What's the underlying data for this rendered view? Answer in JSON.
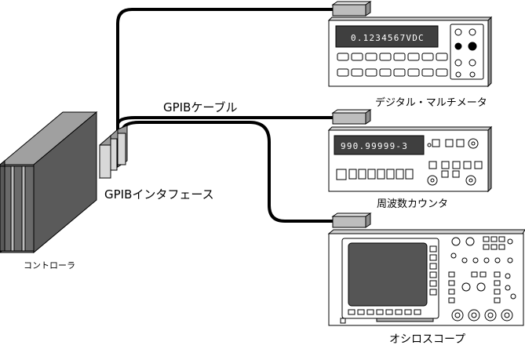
{
  "labels": {
    "cable": "GPIBケーブル",
    "interface": "GPIBインタフェース",
    "controller": "コントローラ",
    "multimeter": "デジタル・マルチメータ",
    "counter": "周波数カウンタ",
    "oscilloscope": "オシロスコープ"
  },
  "displays": {
    "multimeter": "0.1234567VDC",
    "counter": "990.99999-3"
  },
  "colors": {
    "cable": "#000000",
    "device_body": "#ffffff",
    "controller_dark": "#555555",
    "controller_light": "#8a8a8a",
    "display_dark": "#3a3a3a",
    "scope_screen": "#555555",
    "connector": "#bdbdbd"
  }
}
